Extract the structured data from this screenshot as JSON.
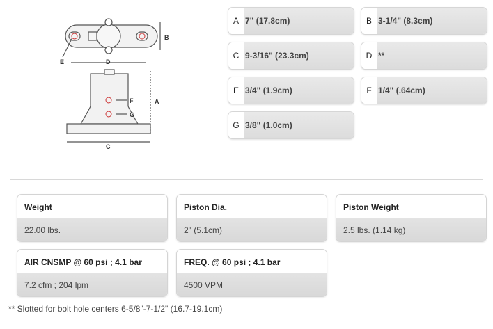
{
  "drawing": {
    "labels": {
      "a": "A",
      "b": "B",
      "c": "C",
      "d": "D",
      "e": "E",
      "f": "F",
      "g": "G"
    }
  },
  "dimensions": [
    {
      "key": "A",
      "value": "7\" (17.8cm)"
    },
    {
      "key": "B",
      "value": "3-1/4\" (8.3cm)"
    },
    {
      "key": "C",
      "value": "9-3/16\" (23.3cm)"
    },
    {
      "key": "D",
      "value": "**"
    },
    {
      "key": "E",
      "value": "3/4\" (1.9cm)"
    },
    {
      "key": "F",
      "value": "1/4\" (.64cm)"
    },
    {
      "key": "G",
      "value": "3/8\" (1.0cm)"
    }
  ],
  "specs": [
    {
      "label": "Weight",
      "value": "22.00 lbs."
    },
    {
      "label": "Piston Dia.",
      "value": "2\" (5.1cm)"
    },
    {
      "label": "Piston Weight",
      "value": "2.5 lbs. (1.14 kg)"
    },
    {
      "label": "AIR CNSMP @ 60 psi ; 4.1 bar",
      "value": "7.2 cfm ; 204 lpm"
    },
    {
      "label": "FREQ. @ 60 psi ; 4.1 bar",
      "value": "4500 VPM"
    }
  ],
  "footnote": "** Slotted for bolt hole centers 6-5/8\"-7-1/2\" (16.7-19.1cm)",
  "colors": {
    "card_value_bg": "#e0e0e0",
    "border": "#d6d6d6",
    "marker_red": "#cc3333"
  }
}
